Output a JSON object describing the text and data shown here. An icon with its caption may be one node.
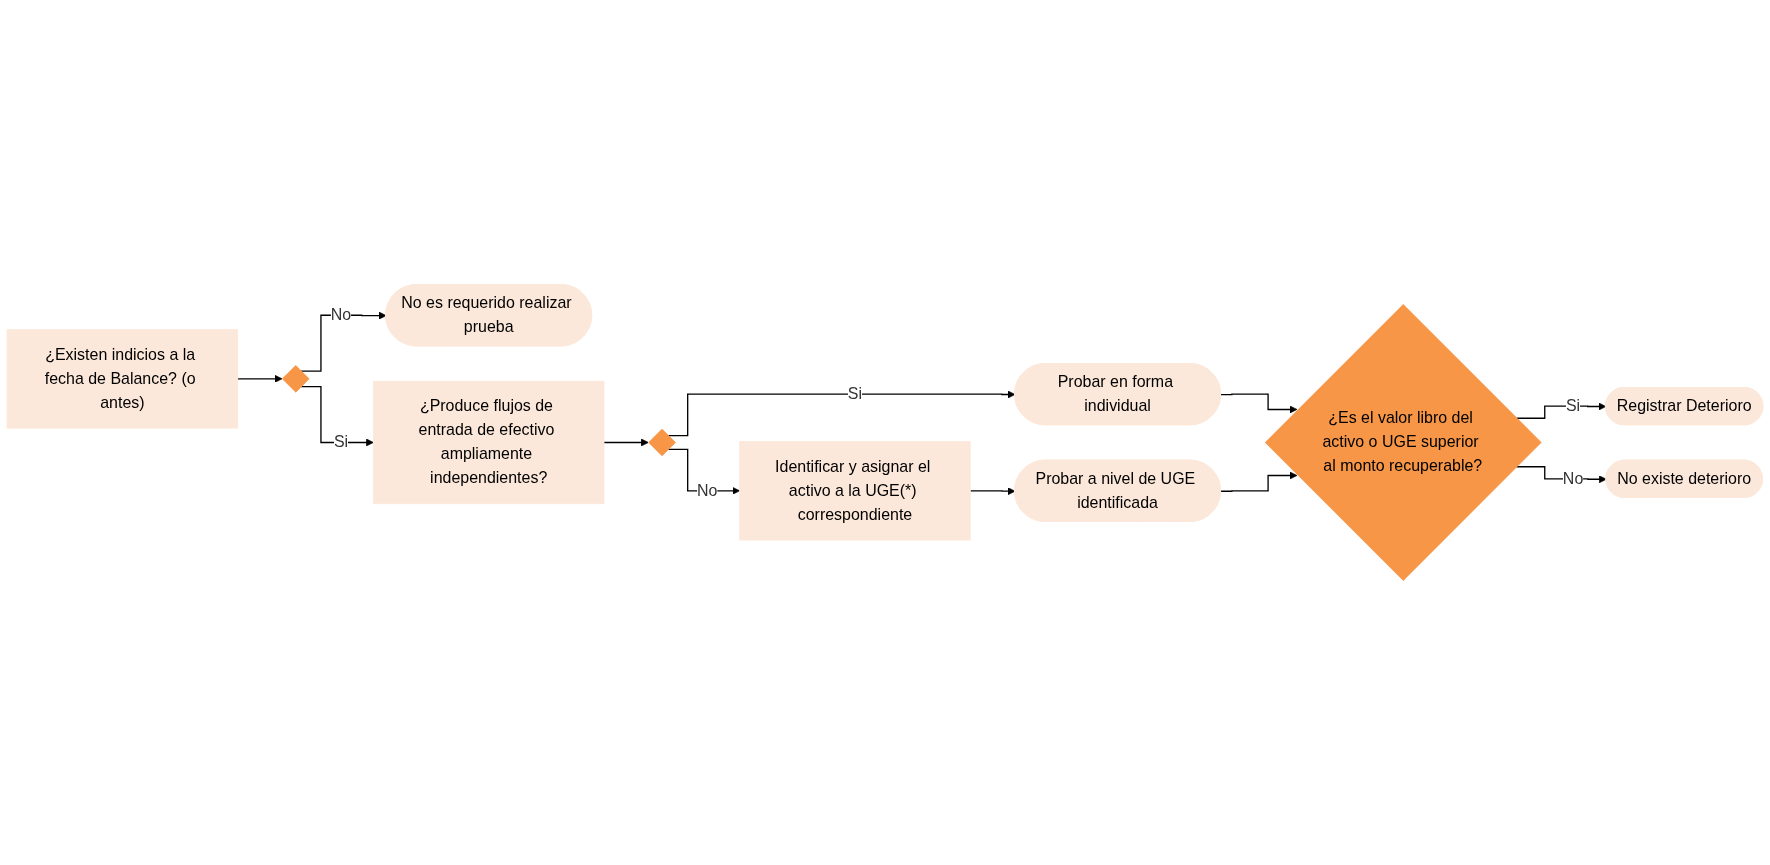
{
  "diagram": {
    "nodes": [
      {
        "text": [
          "¿Existen indicios a la fecha de Balance? (o antes)"
        ]
      },
      {
        "text": [],
        "shape": "diamond"
      },
      {
        "text": [
          "No es requerido realizar prueba"
        ]
      },
      {
        "text": [
          "¿Produce flujos de entrada de efectivo ampliamente independientes?"
        ]
      },
      {
        "text": [],
        "shape": "diamond"
      },
      {
        "text": [
          "Probar en forma individual"
        ]
      },
      {
        "text": [
          "Identificar y asignar el activo a la UGE(*) correspondiente"
        ]
      },
      {
        "text": [
          "Probar a nivel de UGE identificada"
        ]
      },
      {
        "text": [
          "¿Es el valor libro del activo o UGE superior al monto recuperable?"
        ]
      },
      {
        "text": [
          "Registrar Deterioro"
        ]
      },
      {
        "text": [
          "No existe deterioro"
        ]
      }
    ],
    "edges": [
      {
        "from": 0,
        "to": 1,
        "arrow": "to"
      },
      {
        "from": 1,
        "to": 2,
        "arrow": "to",
        "label": "No"
      },
      {
        "from": 1,
        "to": 3,
        "arrow": "to",
        "label": "Si"
      },
      {
        "from": 3,
        "to": 4,
        "arrow": "to"
      },
      {
        "from": 4,
        "to": 5,
        "arrow": "to",
        "label": "Si"
      },
      {
        "from": 4,
        "to": 6,
        "arrow": "to",
        "label": "No"
      },
      {
        "from": 6,
        "to": 7,
        "arrow": "to"
      },
      {
        "from": 5,
        "to": 8,
        "arrow": "to"
      },
      {
        "from": 7,
        "to": 8,
        "arrow": "to"
      },
      {
        "from": 8,
        "to": 9,
        "arrow": "to",
        "label": "Si"
      },
      {
        "from": 8,
        "to": 10,
        "arrow": "to",
        "label": "No"
      }
    ]
  }
}
